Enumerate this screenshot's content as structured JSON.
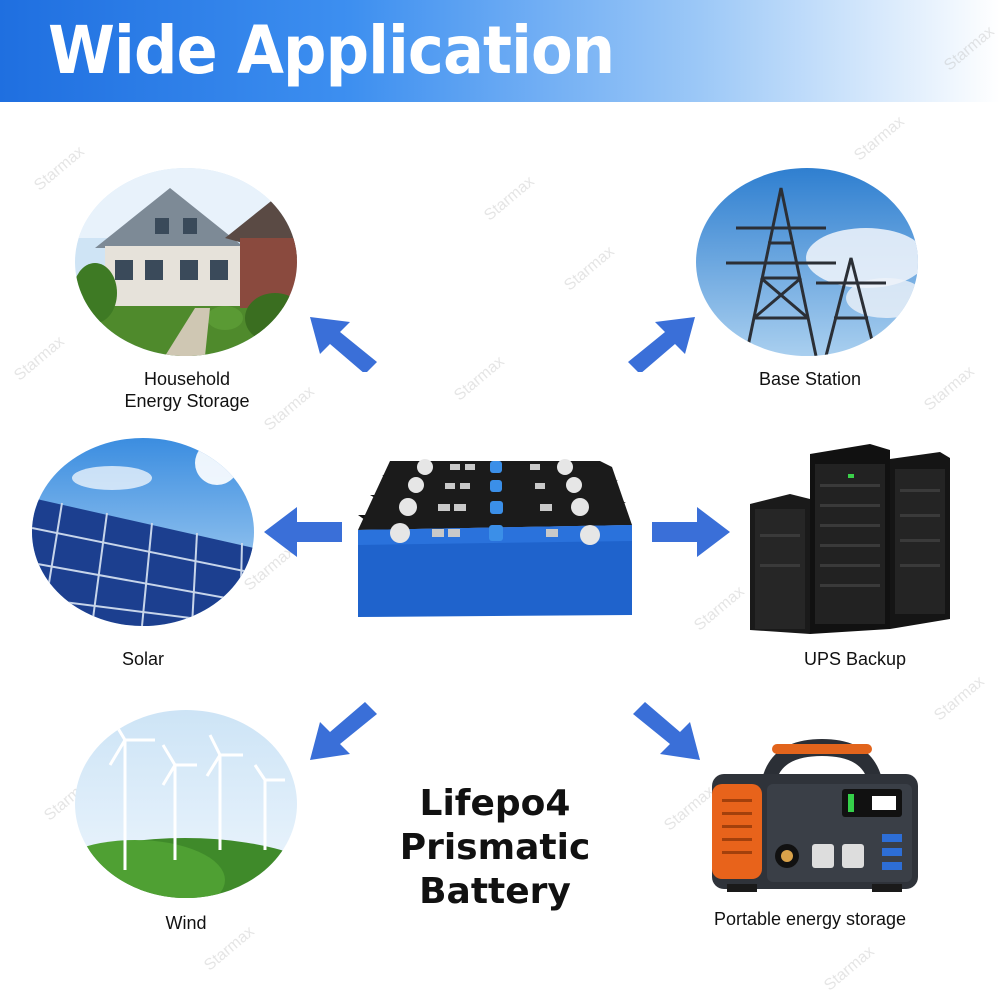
{
  "header": {
    "title": "Wide Application"
  },
  "product": {
    "title_line1": "Lifepo4 Prismatic",
    "title_line2": "Battery"
  },
  "applications": {
    "household_line1": "Household",
    "household_line2": "Energy Storage",
    "base_station": "Base Station",
    "solar": "Solar",
    "ups": "UPS Backup",
    "wind": "Wind",
    "portable": "Portable energy storage"
  },
  "watermark": "Starmax",
  "colors": {
    "banner": "#1f6fe0",
    "arrow": "#3a6fd8",
    "battery": "#1f5fc8"
  }
}
